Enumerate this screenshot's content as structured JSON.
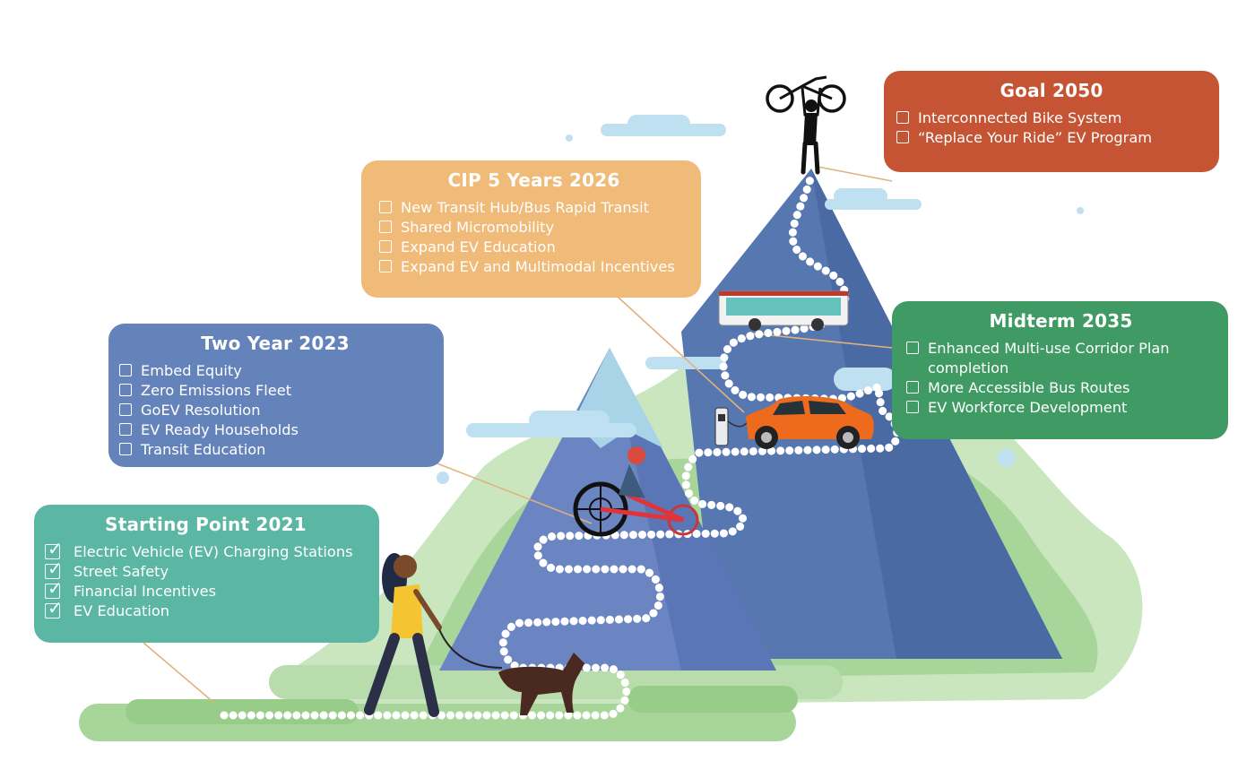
{
  "colors": {
    "starting_point": "#5bb6a3",
    "two_year": "#6483bb",
    "cip": "#f0ba78",
    "midterm": "#3f9a64",
    "goal": "#c55434",
    "mountain_front": "#6a85c2",
    "mountain_back": "#5677b0",
    "grass": "#a8d59a",
    "path": "#ffffff"
  },
  "milestones": {
    "starting_point": {
      "title": "Starting Point 2021",
      "items": [
        {
          "label": "Electric Vehicle (EV) Charging Stations",
          "checked": true
        },
        {
          "label": "Street Safety",
          "checked": true
        },
        {
          "label": "Financial Incentives",
          "checked": true
        },
        {
          "label": "EV Education",
          "checked": true
        }
      ]
    },
    "two_year": {
      "title": "Two Year 2023",
      "items": [
        {
          "label": "Embed Equity",
          "checked": false
        },
        {
          "label": "Zero Emissions Fleet",
          "checked": false
        },
        {
          "label": "GoEV Resolution",
          "checked": false
        },
        {
          "label": "EV Ready Households",
          "checked": false
        },
        {
          "label": "Transit Education",
          "checked": false
        }
      ]
    },
    "cip": {
      "title": "CIP 5 Years 2026",
      "items": [
        {
          "label": "New Transit Hub/Bus Rapid Transit",
          "checked": false
        },
        {
          "label": "Shared Micromobility",
          "checked": false
        },
        {
          "label": "Expand EV Education",
          "checked": false
        },
        {
          "label": "Expand EV and Multimodal Incentives",
          "checked": false
        }
      ]
    },
    "midterm": {
      "title": "Midterm 2035",
      "items": [
        {
          "label": "Enhanced Multi-use Corridor Plan completion",
          "checked": false
        },
        {
          "label": "More Accessible Bus Routes",
          "checked": false
        },
        {
          "label": "EV Workforce Development",
          "checked": false
        }
      ]
    },
    "goal": {
      "title": "Goal 2050",
      "items": [
        {
          "label": "Interconnected Bike System",
          "checked": false
        },
        {
          "label": "“Replace Your Ride” EV Program",
          "checked": false
        }
      ]
    }
  },
  "illustrations": [
    "woman-walking-dog",
    "adaptive-cyclist",
    "ev-charger",
    "orange-car",
    "city-bus",
    "person-lifting-bike"
  ]
}
